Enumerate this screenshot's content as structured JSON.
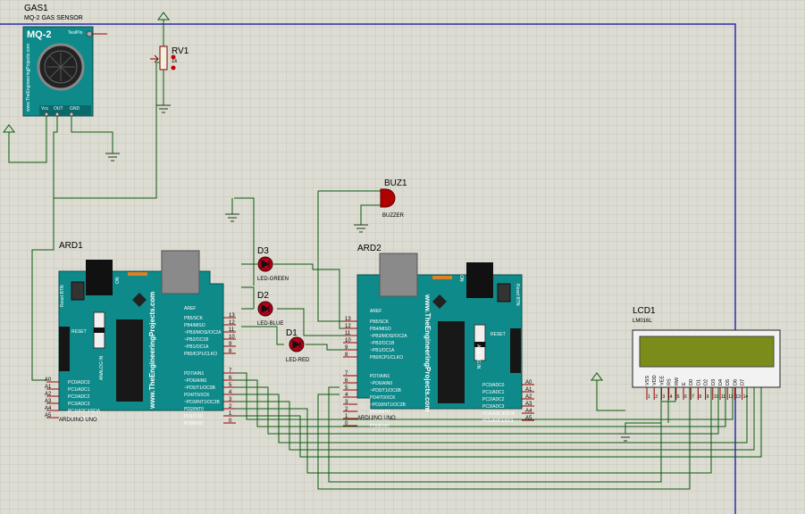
{
  "gas_sensor": {
    "ref": "GAS1",
    "desc": "MQ-2 GAS SENSOR",
    "model": "MQ-2",
    "test_label": "TestPin",
    "side_text": "www.TheEngineeringProjects.com",
    "pins": [
      "Vcc",
      "OUT",
      "GND"
    ]
  },
  "pot": {
    "ref": "RV1",
    "value": "1k"
  },
  "buzzer": {
    "ref": "BUZ1",
    "label": "BUZZER"
  },
  "leds": [
    {
      "ref": "D3",
      "label": "LED-GREEN",
      "color": "#b0001a"
    },
    {
      "ref": "D2",
      "label": "LED-BLUE",
      "color": "#b0001a"
    },
    {
      "ref": "D1",
      "label": "LED-RED",
      "color": "#b0001a"
    }
  ],
  "arduino1": {
    "ref": "ARD1",
    "board": "ARDUINO UNO",
    "site": "www.TheEngineeringProjects.com",
    "reset_btn": "Reset BTN",
    "on": "ON",
    "reset": "RESET",
    "aref": "AREF",
    "analog_in": "ANALOG IN",
    "analog_pins": [
      "A0",
      "A1",
      "A2",
      "A3",
      "A4",
      "A5"
    ],
    "analog_labels": [
      "PC0/ADC0",
      "PC1/ADC1",
      "PC2/ADC2",
      "PC3/ADC3",
      "PC4/ADC4/SDA",
      "PC5/ADC5/SCL"
    ],
    "digital_high_labels": [
      "PB5/SCK",
      "PB4/MISO",
      "~PB3/MOSI/OC2A",
      "~PB2/OC1B",
      "~PB1/OC1A",
      "PB0/ICP1/CLKO"
    ],
    "digital_high_nums": [
      "13",
      "12",
      "11",
      "10",
      "9",
      "8"
    ],
    "digital_low_labels": [
      "PD7/AIN1",
      "~PD6/AIN0",
      "~PD5/T1/OC0B",
      "PD4/T0/XCK",
      "~PD3/INT1/OC2B",
      "PD2/INT0",
      "PD1/TXD",
      "PD0/RXD"
    ],
    "digital_low_nums": [
      "7",
      "6",
      "5",
      "4",
      "3",
      "2",
      "1",
      "0"
    ]
  },
  "arduino2": {
    "ref": "ARD2",
    "board": "ARDUINO UNO",
    "site": "www.TheEngineeringProjects.com",
    "reset_btn": "Reset BTN",
    "on": "ON",
    "reset": "RESET",
    "aref": "AREF",
    "analog_in": "ANALOG IN",
    "analog_pins": [
      "A0",
      "A1",
      "A2",
      "A3",
      "A4",
      "A5"
    ],
    "analog_labels": [
      "PC0/ADC0",
      "PC1/ADC1",
      "PC2/ADC2",
      "PC3/ADC3",
      "PC4/ADC4/SDA",
      "PC5/ADC5/SCL"
    ],
    "digital_high_labels": [
      "PB5/SCK",
      "PB4/MISO",
      "~PB3/MOSI/OC2A",
      "~PB2/OC1B",
      "~PB1/OC1A",
      "PB0/ICP1/CLKO"
    ],
    "digital_high_nums": [
      "13",
      "12",
      "11",
      "10",
      "9",
      "8"
    ],
    "digital_low_labels": [
      "PD7/AIN1",
      "~PD6/AIN0",
      "~PD5/T1/OC0B",
      "PD4/T0/XCK",
      "~PD3/INT1/OC2B",
      "PD2/INT0",
      "PD1/TXD",
      "PD0/RXD"
    ],
    "digital_low_nums": [
      "7",
      "6",
      "5",
      "4",
      "3",
      "2",
      "1",
      "0"
    ]
  },
  "lcd": {
    "ref": "LCD1",
    "model": "LM016L",
    "pins": [
      "VSS",
      "VDD",
      "VEE",
      "RS",
      "RW",
      "E",
      "D0",
      "D1",
      "D2",
      "D3",
      "D4",
      "D5",
      "D6",
      "D7"
    ],
    "pin_nums": [
      "1",
      "2",
      "3",
      "4",
      "5",
      "6",
      "7",
      "8",
      "9",
      "10",
      "11",
      "12",
      "13",
      "14"
    ]
  },
  "colors": {
    "background": "#dcdcd2",
    "grid": "#c6c6bc",
    "sheet_border": "#2b2bb0",
    "wire": "#0a5a0a",
    "board_teal": "#0f8a8a",
    "pin_red": "#9a0000",
    "lcd_screen": "#7b8c1a"
  }
}
